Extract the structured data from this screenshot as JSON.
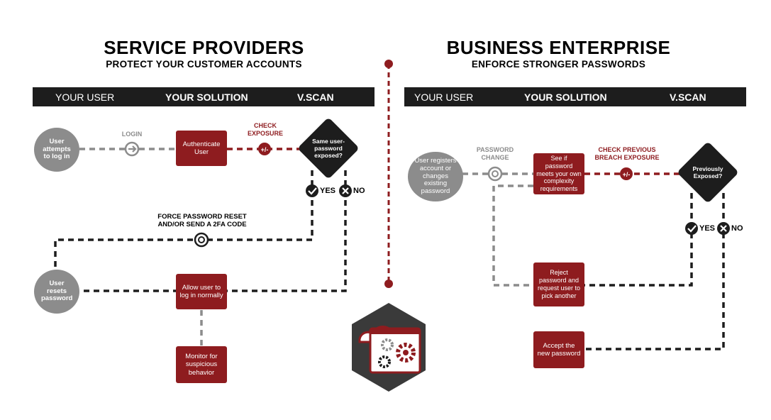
{
  "left": {
    "title": "SERVICE PROVIDERS",
    "subtitle": "PROTECT YOUR CUSTOMER ACCOUNTS",
    "header": {
      "col1": "YOUR USER",
      "col2": "YOUR SOLUTION",
      "col3": "V.SCAN"
    },
    "nodes": {
      "user_login": "User attempts to log in",
      "authenticate": "Authenticate User",
      "same_exposed": "Same user-password exposed?",
      "user_resets": "User resets password",
      "allow_login": "Allow user to log in normally",
      "monitor": "Monitor for suspicious behavior"
    },
    "labels": {
      "login": "LOGIN",
      "check_exposure": "CHECK EXPOSURE",
      "yes": "YES",
      "no": "NO",
      "force_reset": "FORCE PASSWORD RESET AND/OR SEND A 2FA CODE"
    }
  },
  "right": {
    "title": "BUSINESS ENTERPRISE",
    "subtitle": "ENFORCE STRONGER PASSWORDS",
    "header": {
      "col1": "YOUR USER",
      "col2": "YOUR SOLUTION",
      "col3": "V.SCAN"
    },
    "nodes": {
      "user_registers": "User registers account or changes existing password",
      "complexity": "See if password meets your own complexity requirements",
      "previously_exposed": "Previously Exposed?",
      "reject": "Reject password and request user to pick another",
      "accept": "Accept the new password"
    },
    "labels": {
      "password_change": "PASSWORD CHANGE",
      "check_previous": "CHECK PREVIOUS BREACH EXPOSURE",
      "yes": "YES",
      "no": "NO"
    }
  },
  "colors": {
    "brand_red": "#8e1c1f",
    "gray": "#8c8c8c",
    "dark": "#1d1d1d"
  },
  "icons": [
    "arrow-circle-icon",
    "percent-icon",
    "check-icon",
    "x-icon",
    "sync-icon",
    "cloud-gears-logo"
  ]
}
